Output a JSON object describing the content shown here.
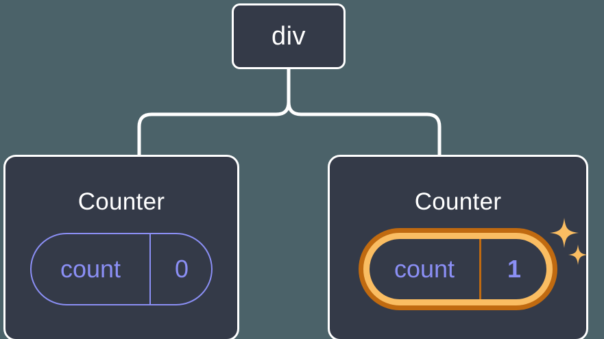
{
  "diagram": {
    "type": "component-tree",
    "background_color": "#4b6269",
    "node_fill": "#343a48",
    "node_stroke": "#ffffff",
    "accent_state": "#8b8ff5",
    "highlight_outer": "#c06a10",
    "highlight_inner": "#fabd62",
    "sparkle_color": "#fabd62"
  },
  "root": {
    "label": "div",
    "name": "root-node"
  },
  "children": [
    {
      "title": "Counter",
      "state": {
        "key": "count",
        "value": "0"
      },
      "highlighted": false
    },
    {
      "title": "Counter",
      "state": {
        "key": "count",
        "value": "1"
      },
      "highlighted": true,
      "sparkle_icons": [
        "sparkle-large",
        "sparkle-small"
      ]
    }
  ]
}
